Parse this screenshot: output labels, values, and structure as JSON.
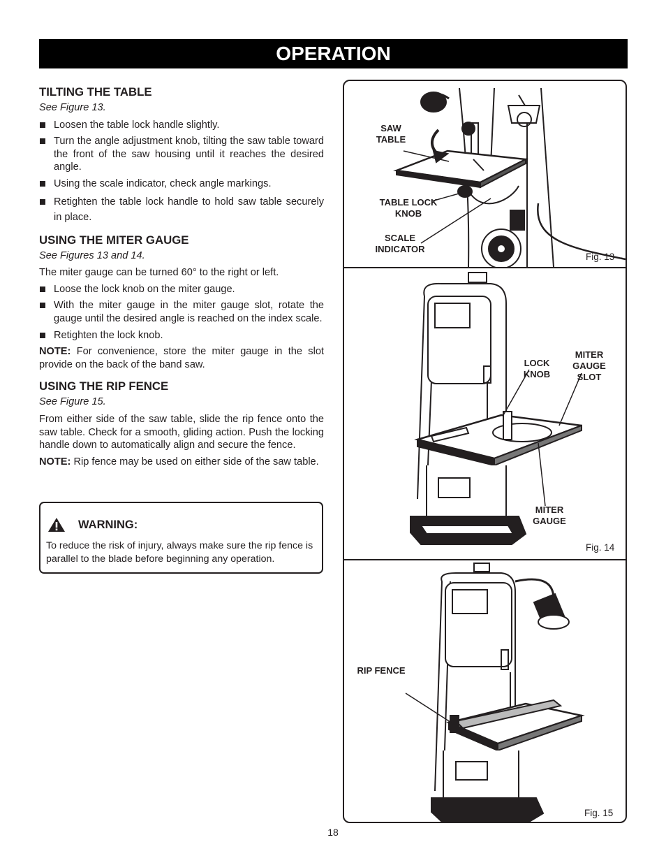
{
  "header": {
    "title": "OPERATION"
  },
  "sections": [
    {
      "heading": "TILTING THE TABLE",
      "ref": "See Figure 13.",
      "bullets": [
        "Loosen the table lock handle slightly.",
        "Turn the angle adjustment knob, tilting the saw table toward the front of the saw housing until it reaches the desired angle.",
        "Using the scale indicator, check angle markings.",
        "Retighten the table lock handle to hold saw table securely in place."
      ]
    },
    {
      "heading": "USING THE MITER GAUGE",
      "ref": "See Figures 13 and 14.",
      "intro": "The miter gauge can be turned 60° to the right or left.",
      "bullets": [
        "Loose the lock knob on the miter gauge.",
        "With the miter gauge in the miter gauge slot, rotate the gauge until the desired angle is reached on the index scale.",
        "Retighten the lock knob."
      ],
      "note_label": "NOTE:",
      "note": " For convenience, store the miter gauge in the slot provide on the back of the band saw."
    },
    {
      "heading": "USING THE RIP FENCE",
      "ref": "See Figure 15.",
      "body": "From either side of the saw table, slide the rip fence onto the saw table. Check for a smooth, gliding action. Push the locking handle down to automatically align and secure the fence.",
      "note_label": "NOTE:",
      "note": " Rip fence may be used on either side of the saw table."
    }
  ],
  "warning": {
    "title": "WARNING:",
    "text": "To reduce the risk of injury, always make sure the rip fence is parallel to the blade before beginning any operation."
  },
  "figures": {
    "fig13": {
      "caption": "Fig. 13",
      "labels": {
        "saw_table": "SAW\nTABLE",
        "table_lock_knob": "TABLE LOCK\nKNOB",
        "scale_indicator": "SCALE\nINDICATOR"
      }
    },
    "fig14": {
      "caption": "Fig. 14",
      "labels": {
        "lock_knob": "LOCK\nKNOB",
        "miter_gauge_slot": "MITER\nGAUGE\nSLOT",
        "miter_gauge": "MITER\nGAUGE"
      }
    },
    "fig15": {
      "caption": "Fig. 15",
      "labels": {
        "rip_fence": "RIP FENCE"
      }
    }
  },
  "footer": {
    "page_number": "18"
  }
}
